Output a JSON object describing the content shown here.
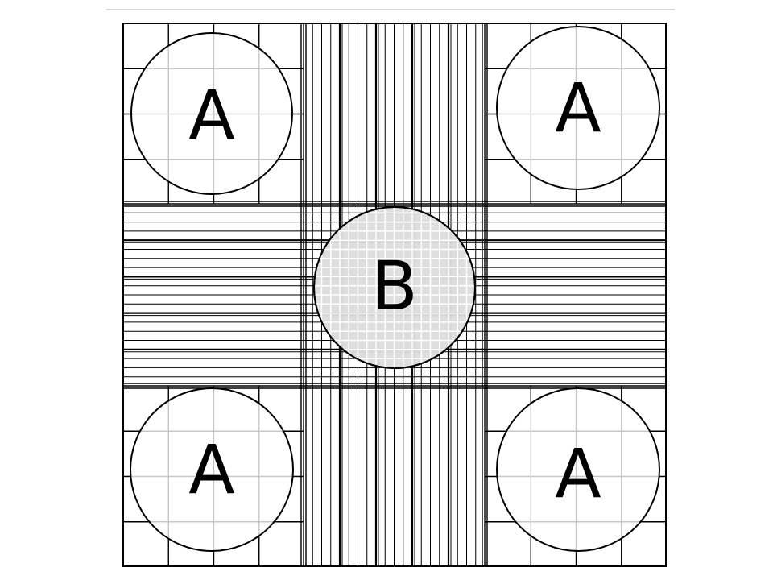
{
  "diagram": {
    "regions": [
      {
        "id": "top-left",
        "label": "A",
        "kind": "corner"
      },
      {
        "id": "top-right",
        "label": "A",
        "kind": "corner"
      },
      {
        "id": "center",
        "label": "B",
        "kind": "center"
      },
      {
        "id": "bottom-left",
        "label": "A",
        "kind": "corner"
      },
      {
        "id": "bottom-right",
        "label": "A",
        "kind": "corner"
      }
    ],
    "colors": {
      "background": "#ffffff",
      "line": "#000000",
      "top_rule": "#d6d6cc",
      "center_fill": "#dcdcdc",
      "corner_fill": "#ffffff"
    }
  }
}
